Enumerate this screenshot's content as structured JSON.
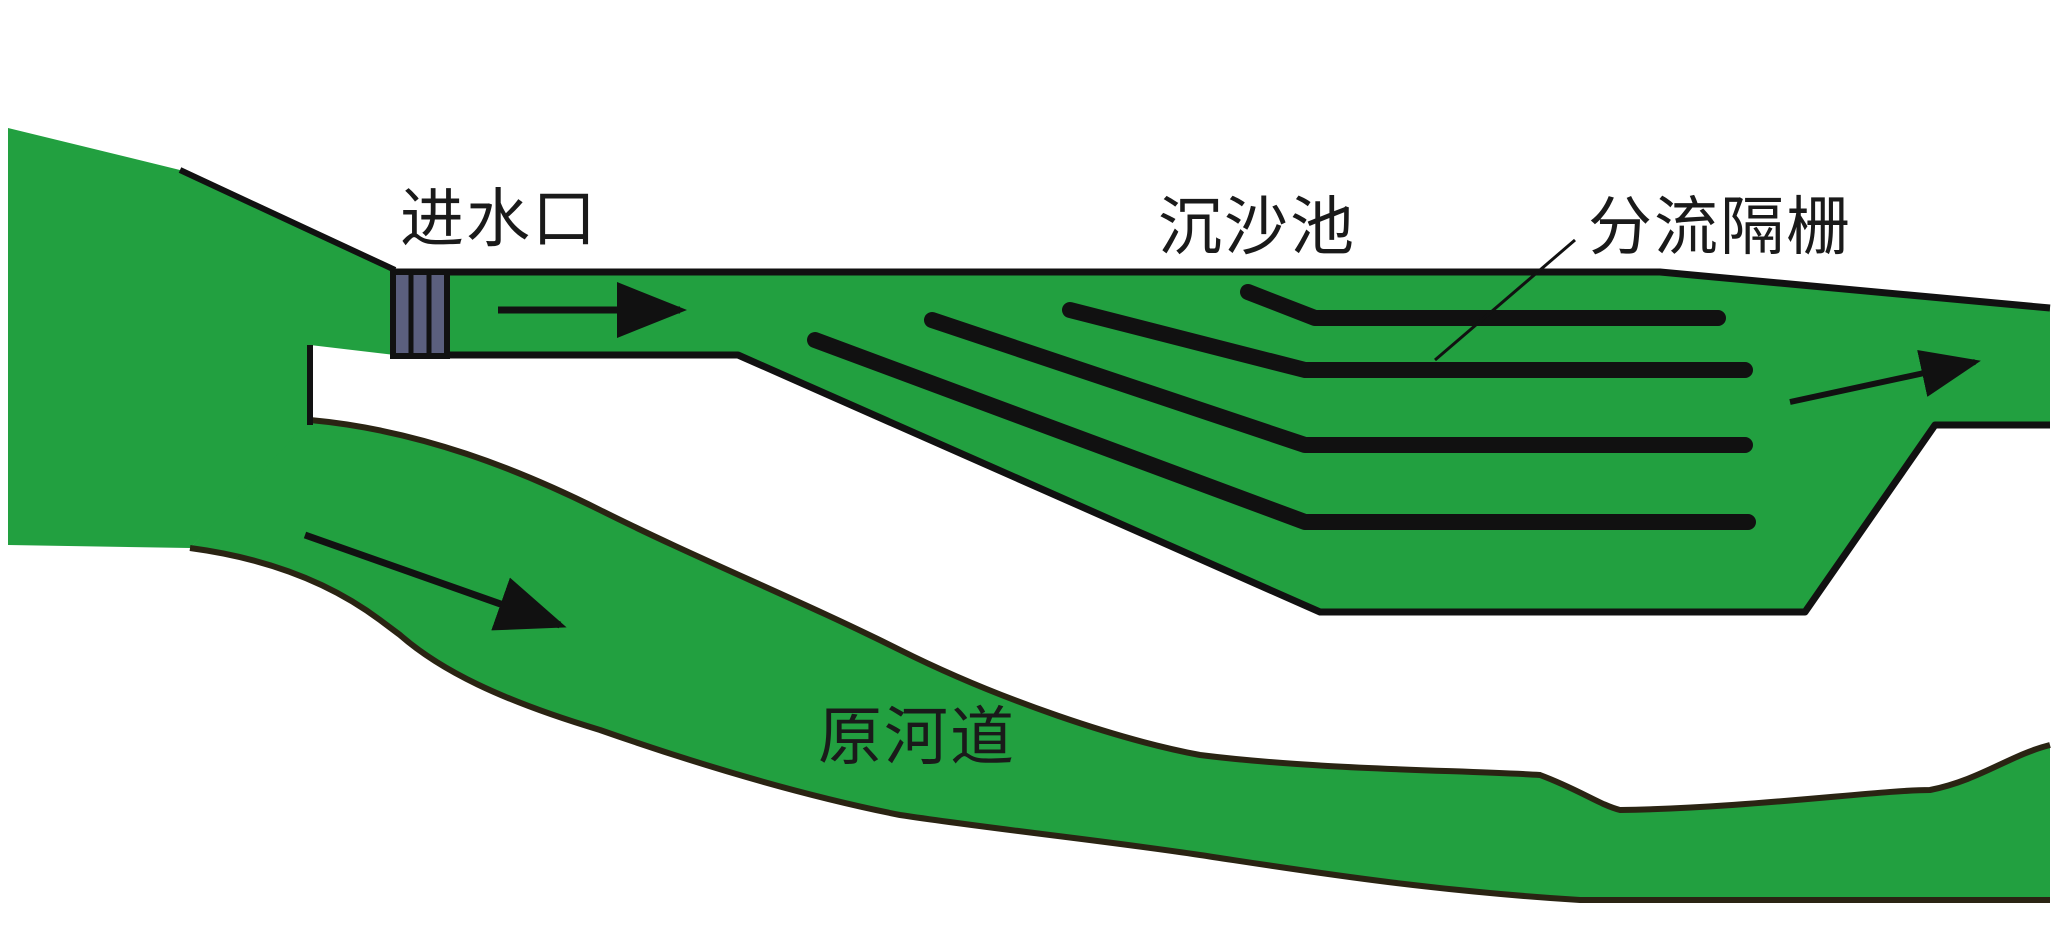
{
  "labels": {
    "intake": "进水口",
    "settling_basin": "沉沙池",
    "diversion_grate": "分流隔栅",
    "original_channel": "原河道"
  },
  "colors": {
    "water": "#22a040",
    "outline": "#111111",
    "gate": "#5b5f7e",
    "background": "#ffffff"
  }
}
